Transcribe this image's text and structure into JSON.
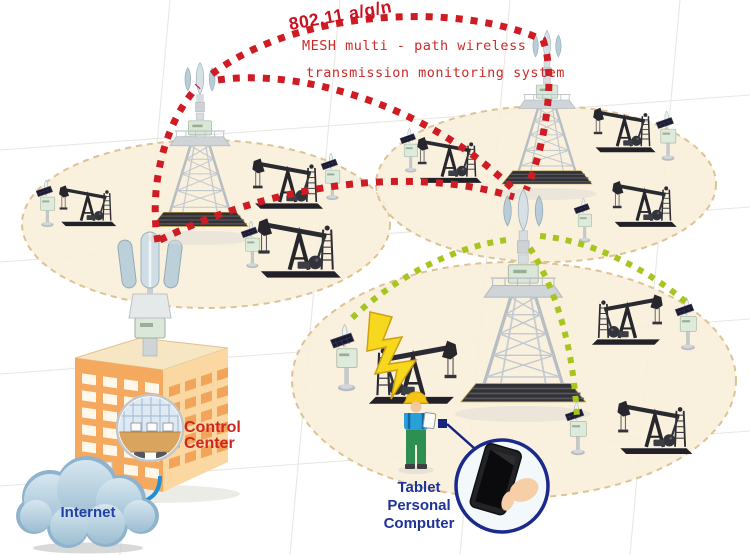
{
  "title": {
    "standard": "802.11 a/g/n",
    "line1": "MESH multi - path wireless",
    "line2": "transmission monitoring system"
  },
  "labels": {
    "control_line1": "Control",
    "control_line2": "Center",
    "internet": "Internet",
    "tablet_line1": "Tablet",
    "tablet_line2": "Personal",
    "tablet_line3": "Computer"
  },
  "colors": {
    "mesh_link_red": "#cf1c24",
    "sensor_link_green": "#a8c41e",
    "coverage_fill": "#f8eeda",
    "coverage_border": "#ddc394",
    "title_red": "#cb1020",
    "control_label_red": "#d2251e",
    "tablet_label_blue": "#1e3398",
    "internet_label_blue": "#1f41a8",
    "cable_blue": "#1f8fd6",
    "lightning_yellow": "#f6d81f",
    "building_orange": "#f5a95e"
  },
  "scene": {
    "coverage_zone_count": 3,
    "relay_tower_count": 3,
    "pumpjack_count": 9,
    "wireless_sensor_count": 9,
    "mesh_links": [
      "control-center-antenna to left-tower",
      "left-tower over top past right-tower to center-tower",
      "left-tower to center-tower",
      "control-center-antenna to center-tower"
    ],
    "sensor_links": [
      "center-tower to west-sensor",
      "center-tower to south-sensor",
      "center-tower to east-sensor"
    ]
  }
}
